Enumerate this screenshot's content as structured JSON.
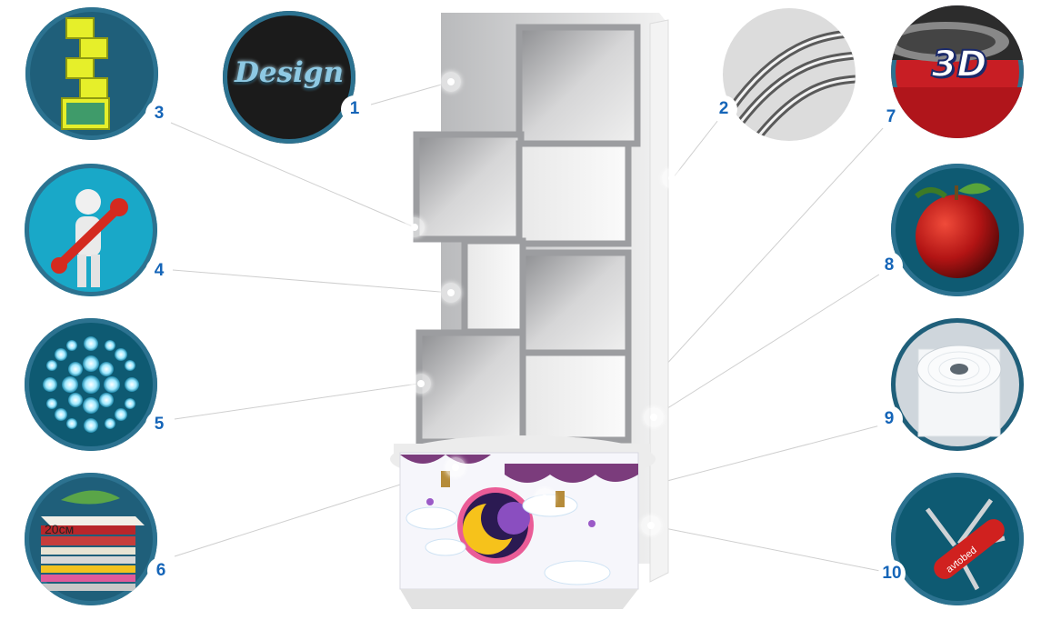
{
  "badges": {
    "n1": "1",
    "n2": "2",
    "n3": "3",
    "n4": "4",
    "n5": "5",
    "n6": "6",
    "n7": "7",
    "n8": "8",
    "n9": "9",
    "n10": "10"
  },
  "images": {
    "design_text": "Design",
    "three_d_text": "3D",
    "layers_size_text": "20см",
    "knife_brand_text": "avtobed"
  },
  "colors": {
    "number_color": "#1565b8",
    "circle_ring": "#1f5f7a",
    "leader_line": "#c8c8c8",
    "shelf_frame": "#a9aaad"
  }
}
